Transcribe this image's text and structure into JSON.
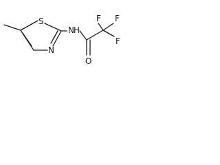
{
  "molecule": {
    "atoms": {
      "sulfur": "S",
      "thiazole_nitrogen": "N",
      "amide_nitrogen": "N",
      "amide_hydrogen": "H",
      "carbonyl_oxygen": "O",
      "fluorine_1": "F",
      "fluorine_2": "F",
      "fluorine_3": "F"
    }
  }
}
